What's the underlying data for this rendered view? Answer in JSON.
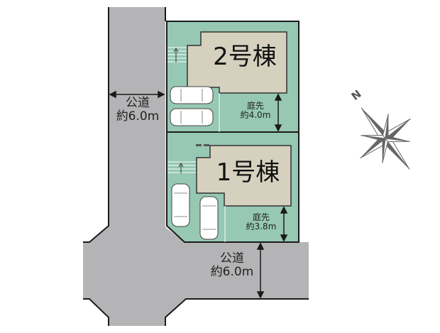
{
  "colors": {
    "road": "#b4b4b6",
    "lot": "#96c8b4",
    "building": "#d6d1be",
    "outline": "#1a1a1a",
    "compass": "#666666"
  },
  "roads": [
    {
      "id": "road-west",
      "label_line1": "公道",
      "label_line2": "約6.0m"
    },
    {
      "id": "road-south",
      "label_line1": "公道",
      "label_line2": "約6.0m"
    }
  ],
  "buildings": [
    {
      "id": "building-2",
      "label": "2号棟",
      "yard_label_line1": "庭先",
      "yard_label_line2": "約4.0m",
      "parking_spaces": 2
    },
    {
      "id": "building-1",
      "label": "1号棟",
      "yard_label_line1": "庭先",
      "yard_label_line2": "約3.8m",
      "parking_spaces": 2
    }
  ],
  "compass": {
    "label": "N"
  }
}
